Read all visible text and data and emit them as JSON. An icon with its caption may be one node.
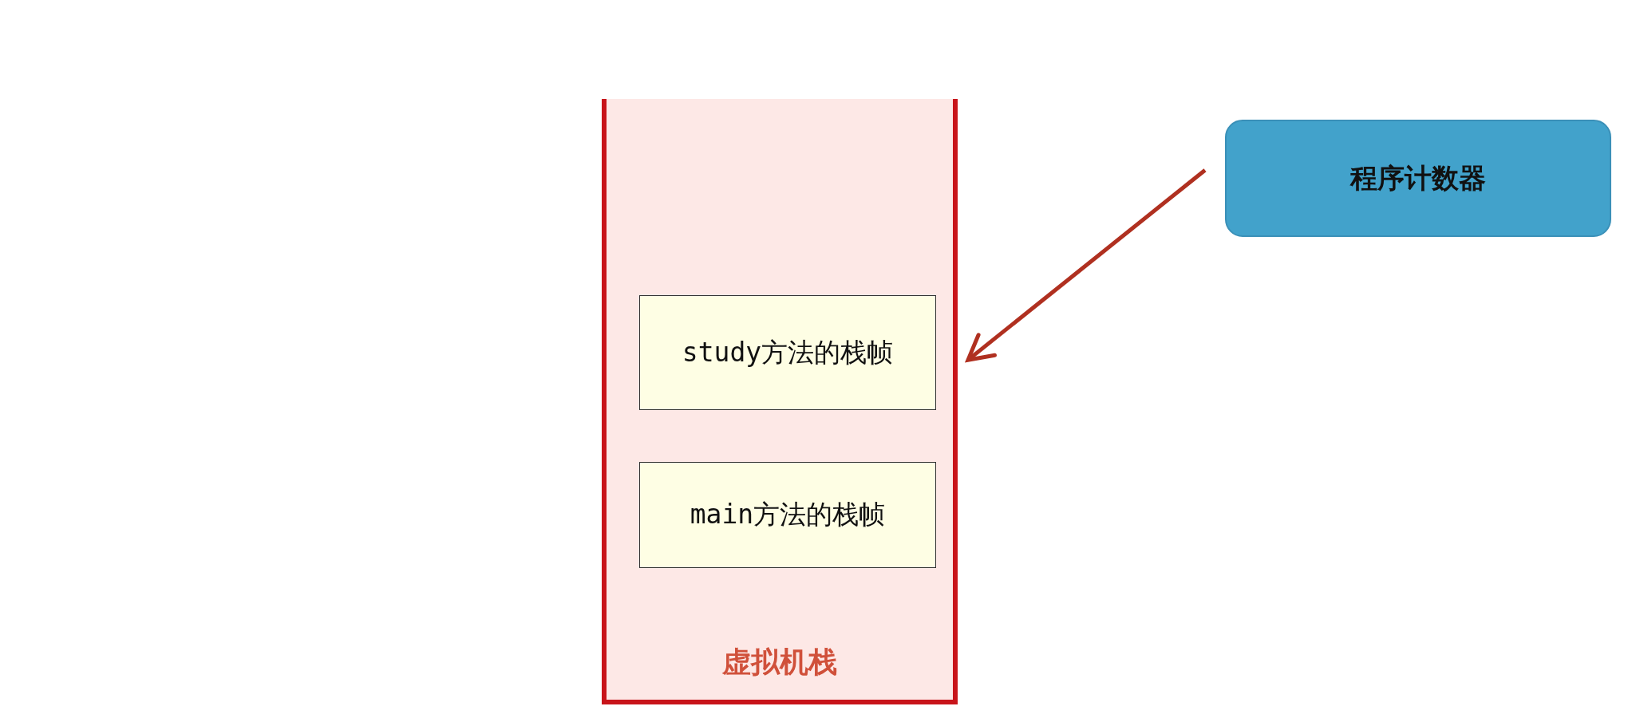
{
  "diagram": {
    "nodes": [
      {
        "text": [
          "虚拟机栈"
        ]
      },
      {
        "text": [
          "study方法的栈帧"
        ],
        "in": 0
      },
      {
        "text": [
          "main方法的栈帧"
        ],
        "in": 0
      },
      {
        "text": [
          "程序计数器"
        ]
      }
    ],
    "edges": [
      {
        "from": 3,
        "to": 0,
        "arrow": "to",
        "color": "#b03020"
      }
    ]
  }
}
